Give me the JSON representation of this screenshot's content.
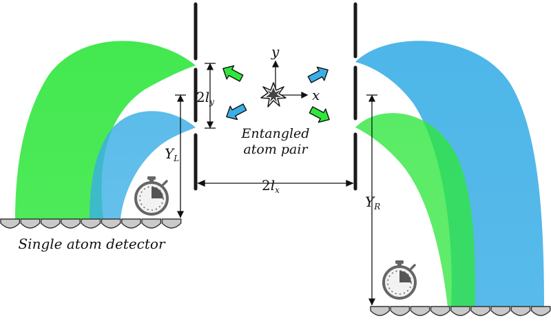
{
  "labels": {
    "two_ly_prefix": "2",
    "two_ly_var": "l",
    "two_ly_sub": "y",
    "two_lx_prefix": "2",
    "two_lx_var": "l",
    "two_lx_sub": "x",
    "y_left_var": "Y",
    "y_left_sub": "L",
    "y_right_var": "Y",
    "y_right_sub": "R",
    "axis_y": "y",
    "axis_x": "x",
    "source_line1": "Entangled",
    "source_line2": "atom pair",
    "detector_caption": "Single atom detector"
  },
  "colors": {
    "green": "#2ee63c",
    "blue": "#3aaee6",
    "wall": "#1a1a1a",
    "detector": "#c9c9c9",
    "timer": "#666666"
  },
  "icons": [
    "stopwatch-icon",
    "explosion-icon",
    "arrow-icon"
  ]
}
